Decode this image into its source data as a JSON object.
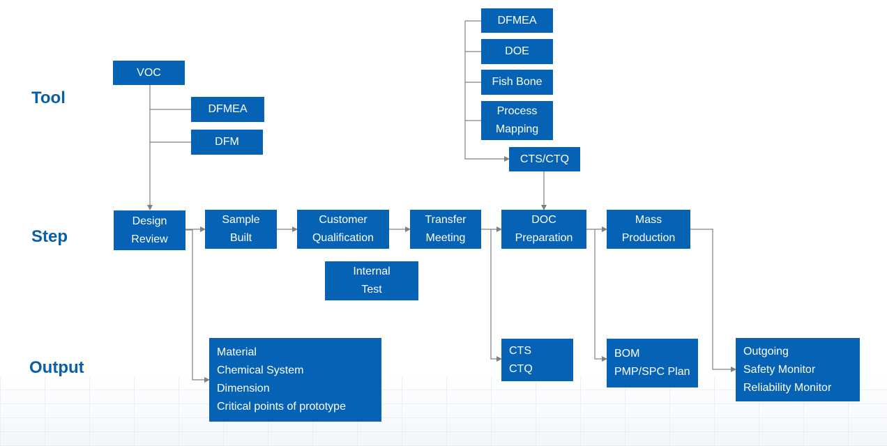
{
  "colors": {
    "box_fill": "#0562b4",
    "box_text": "#ffffff",
    "row_label": "#0a5ea8",
    "connector": "#808080"
  },
  "row_labels": {
    "tool": "Tool",
    "step": "Step",
    "output": "Output"
  },
  "tools": {
    "voc": "VOC",
    "dfmea_left": "DFMEA",
    "dfm": "DFM",
    "dfmea_right": "DFMEA",
    "doe": "DOE",
    "fish_bone": "Fish Bone",
    "process_mapping": [
      "Process",
      "Mapping"
    ],
    "cts_ctq": "CTS/CTQ"
  },
  "steps": {
    "design_review": [
      "Design",
      "Review"
    ],
    "sample_built": [
      "Sample",
      "Built"
    ],
    "customer_qualification": [
      "Customer",
      "Qualification"
    ],
    "internal_test": [
      "Internal",
      "Test"
    ],
    "transfer_meeting": [
      "Transfer",
      "Meeting"
    ],
    "doc_preparation": [
      "DOC",
      "Preparation"
    ],
    "mass_production": [
      "Mass",
      "Production"
    ]
  },
  "outputs": {
    "design_review": [
      "Material",
      "Chemical System",
      "Dimension",
      "Critical points of prototype"
    ],
    "transfer_meeting": [
      "CTS",
      "CTQ"
    ],
    "doc_preparation": [
      "BOM",
      "PMP/SPC Plan"
    ],
    "mass_production": [
      "Outgoing",
      "Safety Monitor",
      "Reliability Monitor"
    ]
  }
}
